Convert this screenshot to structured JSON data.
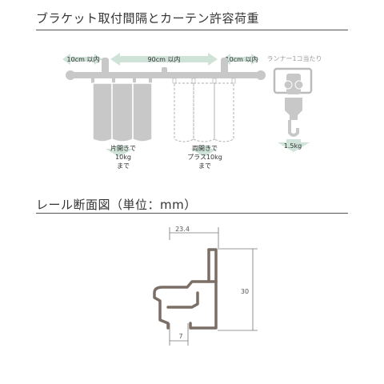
{
  "section1": {
    "title": "ブラケット取付間隔とカーテン許容荷重",
    "labels": {
      "left_spacing": "10cm 以内",
      "middle_spacing": "90cm 以内",
      "right_spacing": "10cm 以内",
      "runner_caption": "ランナー1コ当たり",
      "load_single_line1": "片開きで",
      "load_single_line2": "10kg",
      "load_single_line3": "まで",
      "load_double_line1": "両開きで",
      "load_double_line2": "プラス10kg",
      "load_double_line3": "まで",
      "load_runner": "1.5kg"
    }
  },
  "section2": {
    "title": "レール断面図（単位：mm）",
    "dims": {
      "width": "23.4",
      "height": "30",
      "slot": "7"
    }
  },
  "colors": {
    "arrow_green": "#cfe3d8",
    "gray_fill": "#c8c8c8",
    "rail_brown": "#7a6e66",
    "dim_line": "#777777"
  }
}
